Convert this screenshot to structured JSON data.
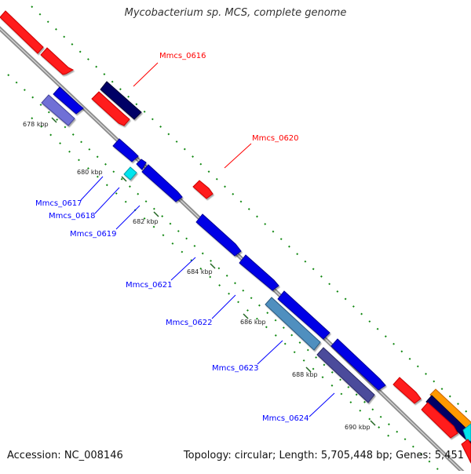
{
  "title": "Mycobacterium sp. MCS, complete genome",
  "footer": {
    "accession": "Accession: NC_008146",
    "summary": "Topology: circular; Length: 5,705,448 bp; Genes: 5,451"
  },
  "colors": {
    "forward_gene": "#ff0000",
    "reverse_gene": "#0000e6",
    "dark_navy": "#000066",
    "lavender": "#6f6fd6",
    "cyan": "#00e5ee",
    "steel_blue": "#4f8fbf",
    "slate": "#4b4b9b",
    "orange": "#ff9900",
    "backbone": "#999999",
    "tick": "#118811"
  },
  "scale_labels": [
    "678 kbp",
    "680 kbp",
    "682 kbp",
    "684 kbp",
    "686 kbp",
    "688 kbp",
    "690 kbp"
  ],
  "labels": {
    "mmcs_0616": "Mmcs_0616",
    "mmcs_0620": "Mmcs_0620",
    "mmcs_0617": "Mmcs_0617",
    "mmcs_0618": "Mmcs_0618",
    "mmcs_0619": "Mmcs_0619",
    "mmcs_0621": "Mmcs_0621",
    "mmcs_0622": "Mmcs_0622",
    "mmcs_0623": "Mmcs_0623",
    "mmcs_0624": "Mmcs_0624"
  }
}
